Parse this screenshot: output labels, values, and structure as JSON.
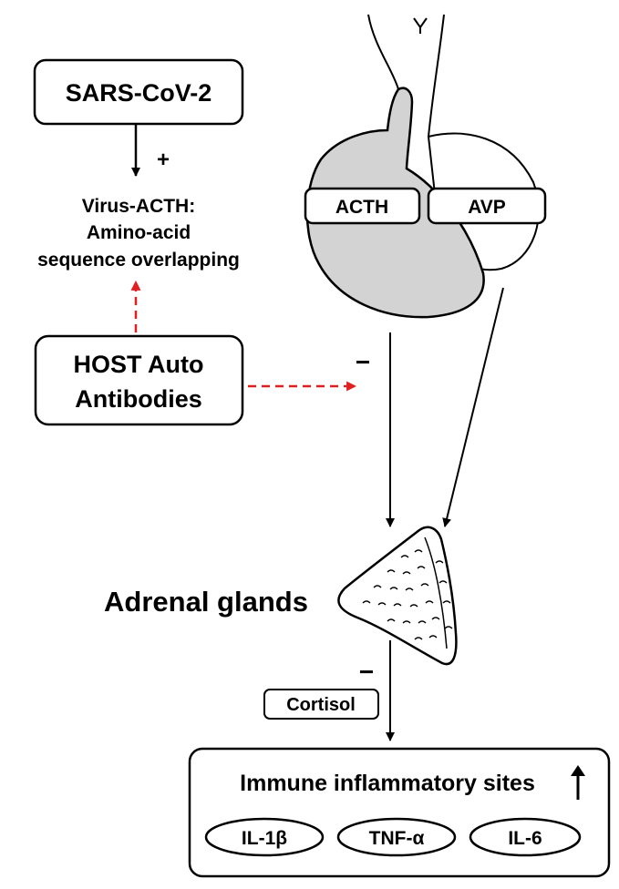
{
  "source_box": {
    "label": "SARS-CoV-2"
  },
  "plus_sign": "+",
  "overlap_text": {
    "line1": "Virus-ACTH:",
    "line2": "Amino-acid",
    "line3": "sequence overlapping"
  },
  "antibodies_box": {
    "line1": "HOST Auto",
    "line2": "Antibodies"
  },
  "minus_sign_pituitary": "−",
  "pituitary": {
    "acth_label": "ACTH",
    "avp_label": "AVP"
  },
  "adrenal": {
    "label": "Adrenal glands"
  },
  "minus_sign_cortisol": "−",
  "cortisol_label": "Cortisol",
  "immune_box": {
    "title": "Immune inflammatory sites",
    "cytokines": [
      "IL-1β",
      "TNF-α",
      "IL-6"
    ]
  },
  "colors": {
    "inhibit_arrow": "#e02020",
    "gland_fill": "#d3d3d3",
    "stroke": "#000000"
  }
}
